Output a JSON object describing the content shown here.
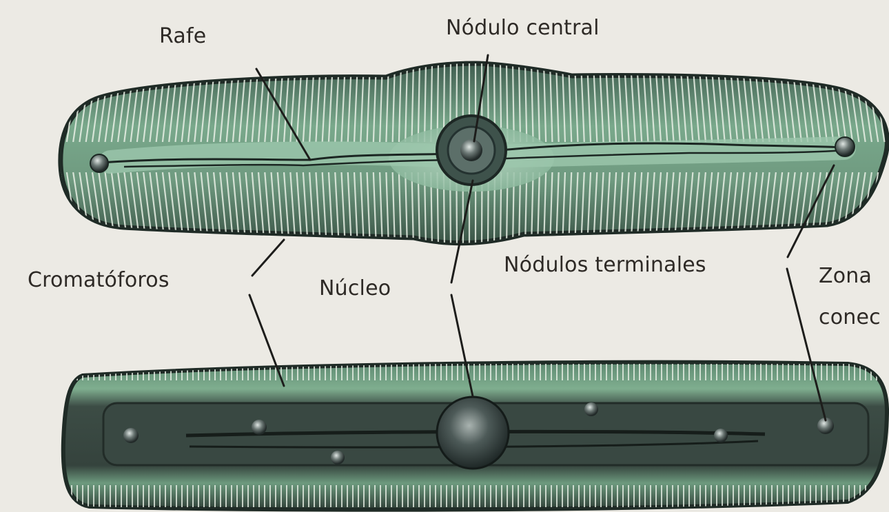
{
  "labels": {
    "rafe": "Rafe",
    "nodulo_central": "Nódulo central",
    "cromatoforos": "Cromatóforos",
    "nucleo": "Núcleo",
    "nodulos_terminales": "Nódulos terminales",
    "zona_line1": "Zona",
    "zona_line2": "conec"
  },
  "colors": {
    "background": "#eceae4",
    "cell_green": "#6f9a80",
    "cell_dark": "#2a3a33",
    "striae": "#e9f0e6",
    "text": "#2e2a26"
  }
}
